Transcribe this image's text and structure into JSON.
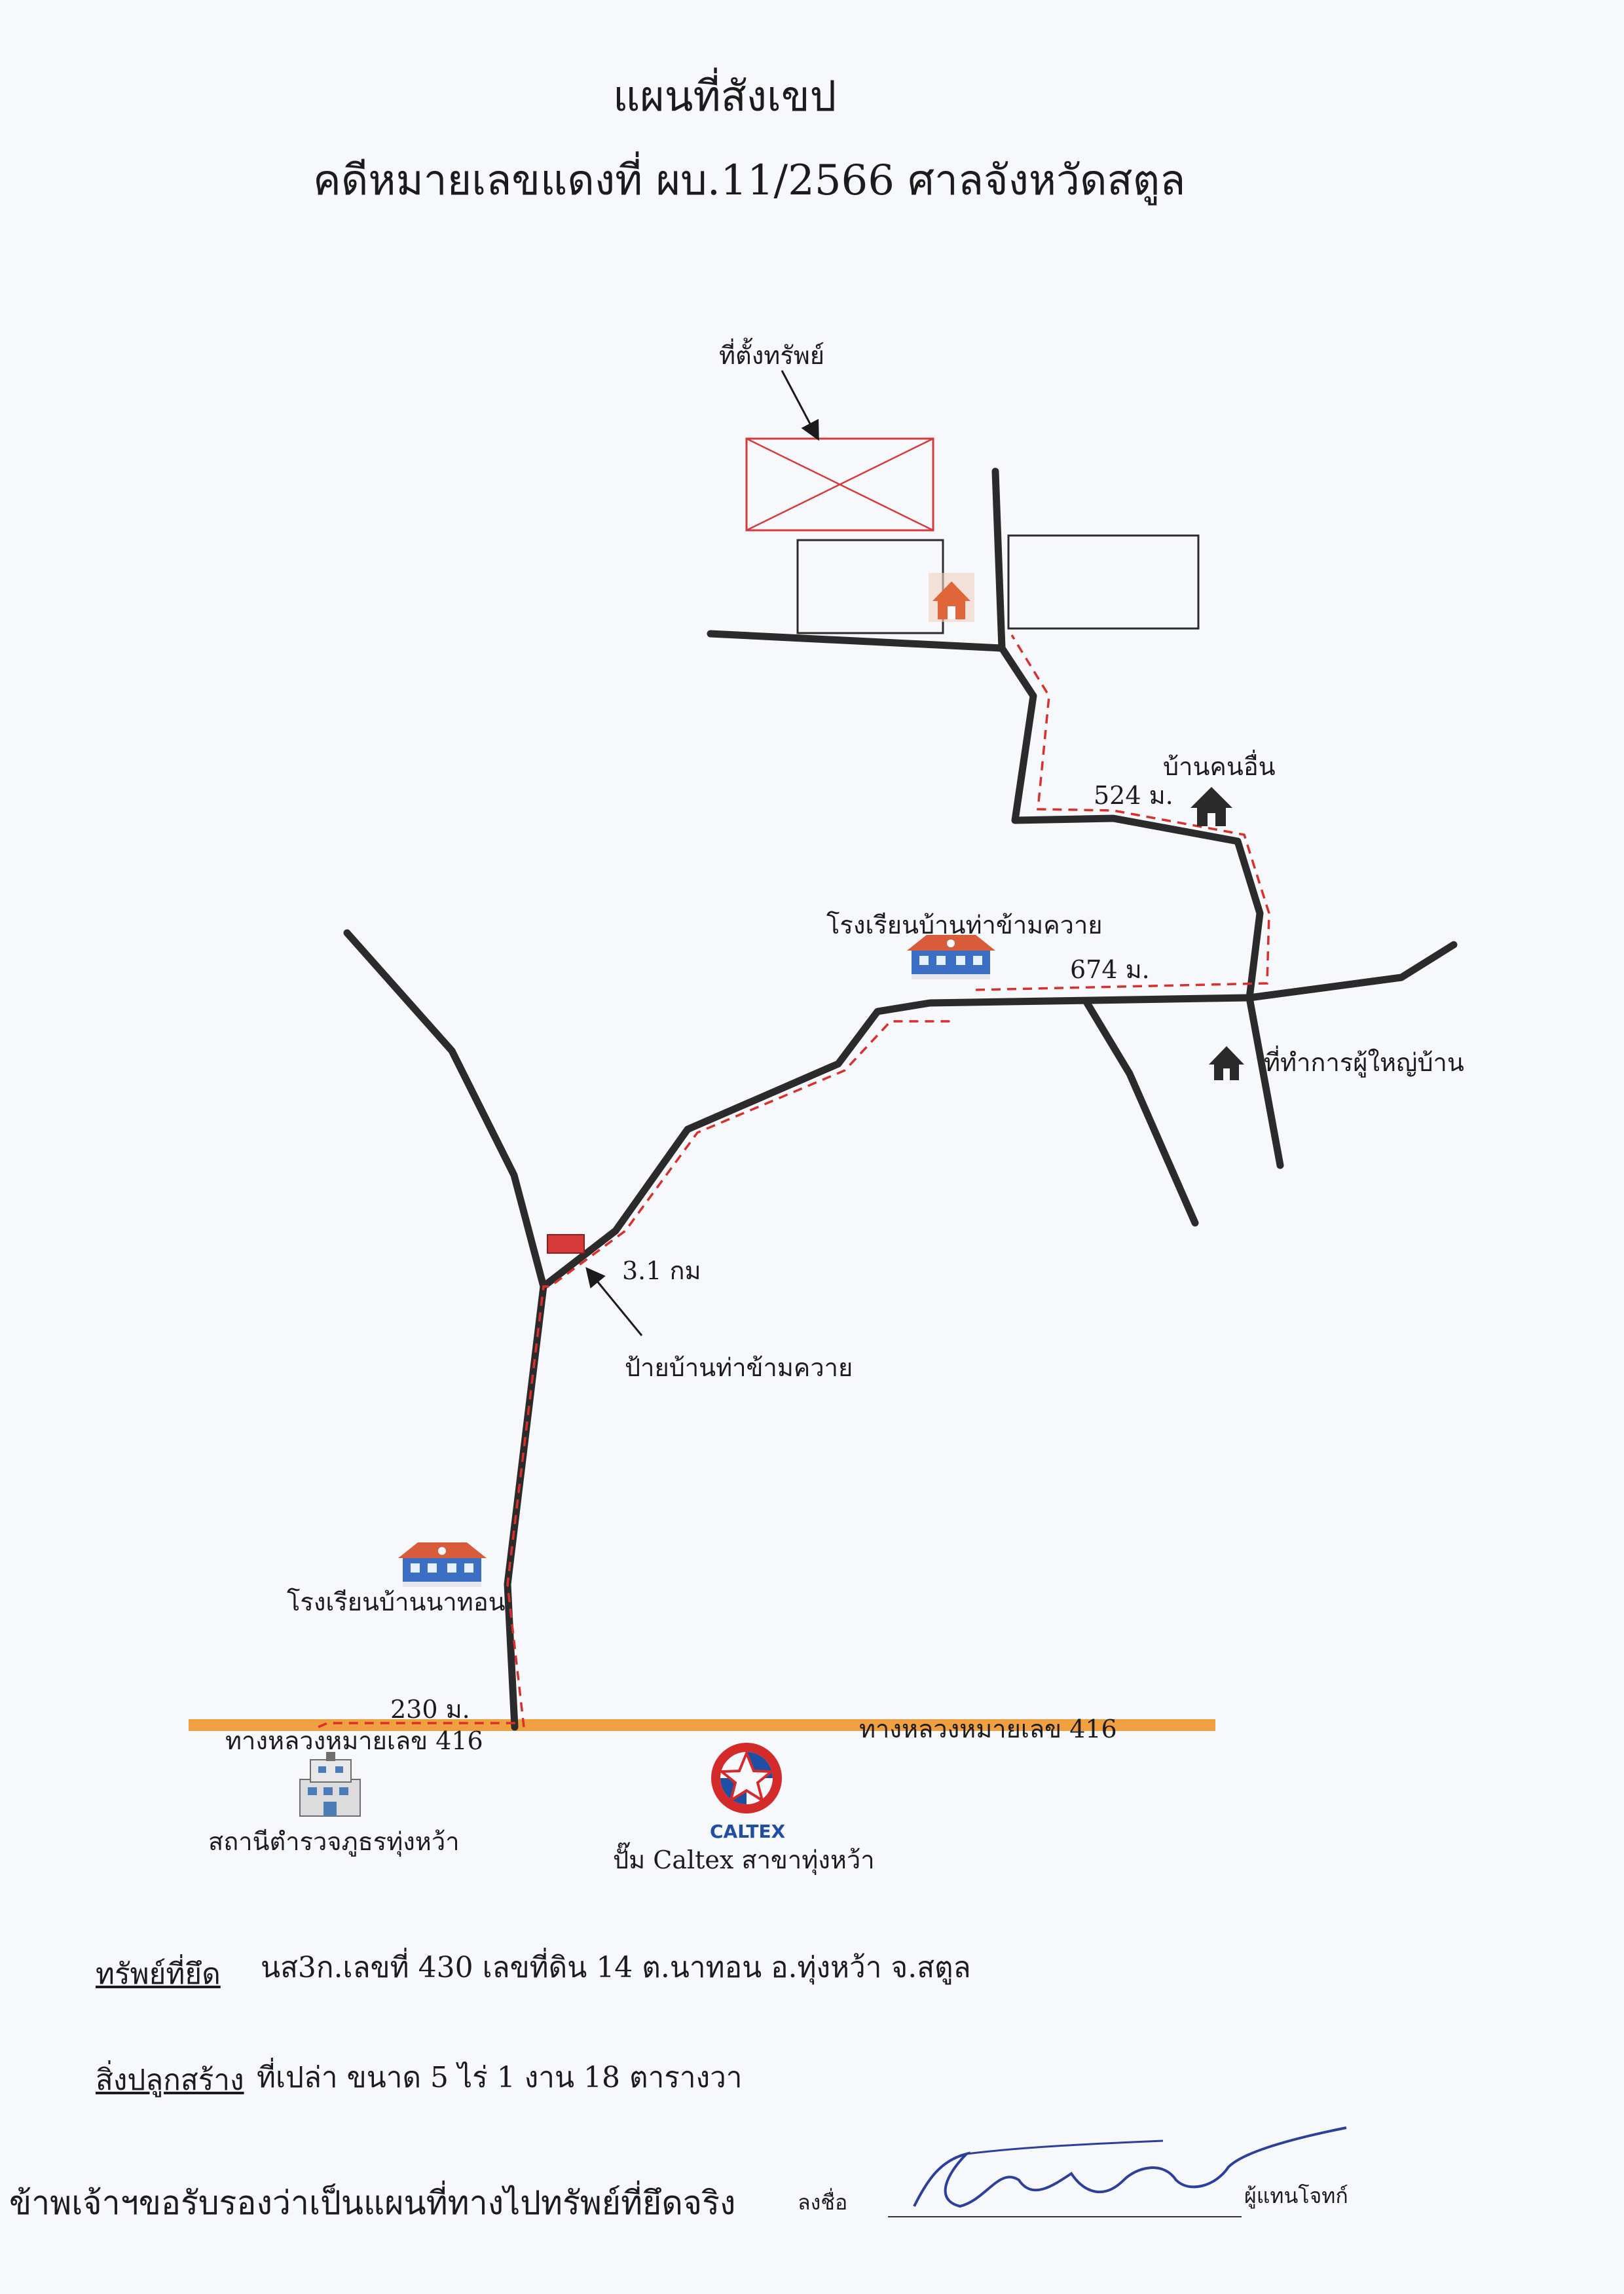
{
  "title": "แผนที่สังเขป",
  "subtitle": "คดีหมายเลขแดงที่ ผบ.11/2566 ศาลจังหวัดสตูล",
  "map": {
    "property_location_label": "ที่ตั้งทรัพย์",
    "other_house_label": "บ้านคนอื่น",
    "distance_1": "524 ม.",
    "school_tha_kham_label": "โรงเรียนบ้านท่าข้ามควาย",
    "distance_2": "674 ม.",
    "headman_office_label": "ที่ทำการผู้ใหญ่บ้าน",
    "distance_3": "3.1 กม",
    "village_sign_label": "ป้ายบ้านท่าข้ามควาย",
    "school_na_thon_label": "โรงเรียนบ้านนาทอน",
    "distance_4": "230 ม.",
    "highway_label_left": "ทางหลวงหมายเลข 416",
    "highway_label_right": "ทางหลวงหมายเลข 416",
    "police_station_label": "สถานีตำรวจภูธรทุ่งหว้า",
    "caltex_logo_text": "CALTEX",
    "caltex_station_label": "ปั๊ม Caltex สาขาทุ่งหว้า",
    "colors": {
      "road": "#2b2b2b",
      "route": "#d9302c",
      "highway": "#f0a040",
      "property": "#d63a3a",
      "school_roof": "#d95c3a",
      "school_wall": "#3a6fc4"
    }
  },
  "details": {
    "seized_label": "ทรัพย์ที่ยึด",
    "seized_value": "นส3ก.เลขที่ 430 เลขที่ดิน 14  ต.นาทอน  อ.ทุ่งหว้า  จ.สตูล",
    "building_label": "สิ่งปลูกสร้าง",
    "building_value": "ที่เปล่า ขนาด 5 ไร่ 1 งาน 18 ตารางวา"
  },
  "certification": {
    "statement": "ข้าพเจ้าฯขอรับรองว่าเป็นแผนที่ทางไปทรัพย์ที่ยึดจริง",
    "sign_label": "ลงชื่อ",
    "signer_role": "ผู้แทนโจทก์"
  }
}
